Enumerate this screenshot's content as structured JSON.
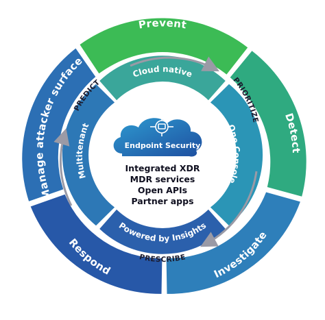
{
  "outer_ring": {
    "prevent": "Prevent",
    "detect": "Detect",
    "investigate": "Investigate",
    "respond": "Respond",
    "manage": "Manage attacker surface"
  },
  "phases": {
    "predict": "PREDICT",
    "prioritize": "PRIORITIZE",
    "prescribe": "PRESCRIBE"
  },
  "inner_ring": {
    "cloud_native": "Cloud native",
    "one_console": "One Console",
    "powered_by_insights": "Powered by Insights",
    "multitenant": "Multitenant"
  },
  "center": {
    "cloud_title": "Endpoint Security",
    "items": [
      "Integrated XDR",
      "MDR services",
      "Open APIs",
      "Partner apps"
    ]
  },
  "icons": {
    "cloud": "cloud-icon",
    "monitor": "monitor-network-icon",
    "arrows": "cycle-arrow-icon"
  },
  "colors": {
    "green": "#3dbb5a",
    "teal": "#2aa89a",
    "blue": "#2f6fb8",
    "navy": "#1f3f8f"
  }
}
